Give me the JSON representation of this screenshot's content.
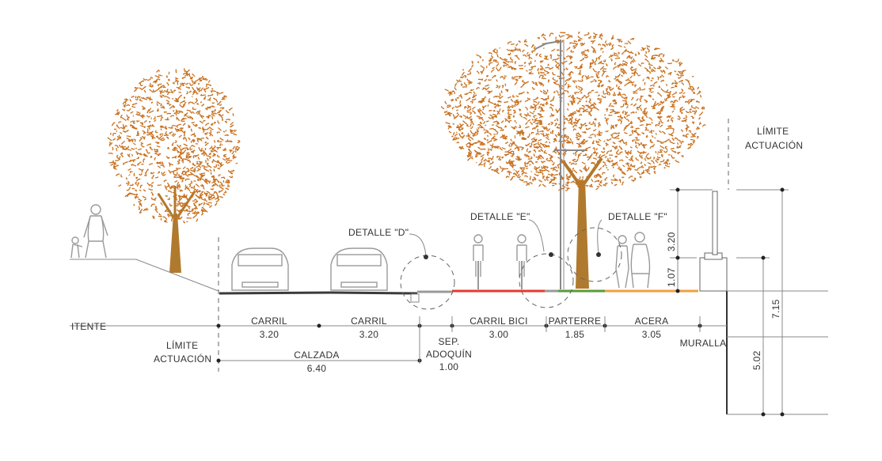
{
  "colors": {
    "foliage": "#c8711f",
    "trunk": "#b07a2e",
    "asphalt": "#3a3a3a",
    "sep_adoquin": "#9a9a9a",
    "bike_lane": "#e63a2e",
    "parterre": "#5a9a3a",
    "sidewalk": "#f0a040"
  },
  "labels": {
    "limite_left_1": "LÍMITE",
    "limite_left_2": "ACTUACIÓN",
    "limite_right_1": "LÍMITE",
    "limite_right_2": "ACTUACIÓN",
    "existente": "ITENTE",
    "detalle_d": "DETALLE \"D\"",
    "detalle_e": "DETALLE \"E\"",
    "detalle_f": "DETALLE \"F\"",
    "muralla": "MURALLA"
  },
  "segments": [
    {
      "name": "CARRIL",
      "width": "3.20"
    },
    {
      "name": "CARRIL",
      "width": "3.20"
    },
    {
      "name": "CARRIL BICI",
      "width": "3.00"
    },
    {
      "name": "PARTERRE",
      "width": "1.85"
    },
    {
      "name": "ACERA",
      "width": "3.05"
    }
  ],
  "calzada": {
    "name": "CALZADA",
    "width": "6.40"
  },
  "sep_adoquin": {
    "line1": "SEP.",
    "line2": "ADOQUÍN",
    "width": "1.00"
  },
  "heights": {
    "lamp": "3.20",
    "wall_top": "1.07",
    "total": "7.15",
    "wall_lower": "5.02"
  }
}
